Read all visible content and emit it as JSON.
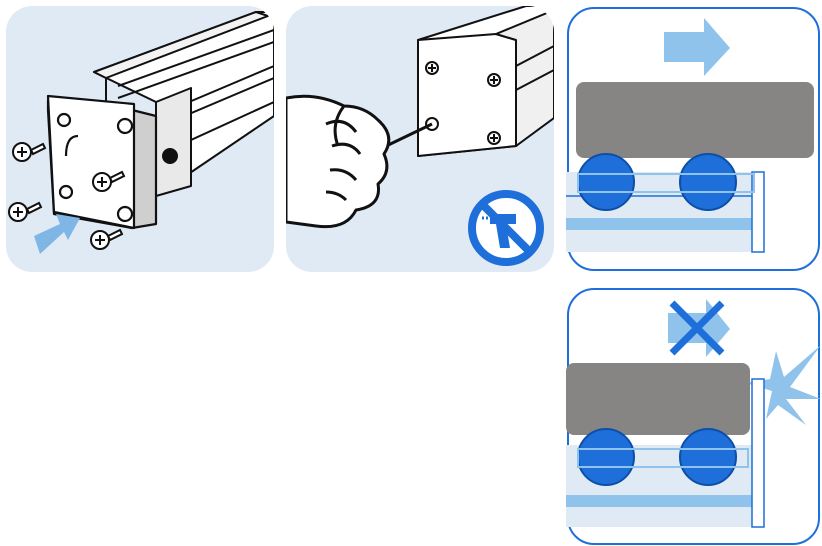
{
  "figure": {
    "panels": [
      {
        "id": "attach-end-cap",
        "icons": [
          "screw-icon",
          "end-cap-icon",
          "rail-profile-icon",
          "push-arrow-icon"
        ]
      },
      {
        "id": "tighten-by-hand",
        "icons": [
          "fist-screwdriver-icon",
          "no-power-drill-icon"
        ]
      },
      {
        "id": "correct-slide",
        "icons": [
          "arrow-right-icon",
          "carriage-block-icon",
          "roller-wheel-icon"
        ]
      },
      {
        "id": "incorrect-collision",
        "icons": [
          "cross-arrow-icon",
          "impact-burst-icon",
          "roller-wheel-icon"
        ]
      }
    ],
    "colors": {
      "panel_bg": "#dfeaf5",
      "accent_blue": "#1e6fd9",
      "light_blue": "#8fc3ec",
      "grey_block": "#878584",
      "outline": "#111111"
    }
  }
}
